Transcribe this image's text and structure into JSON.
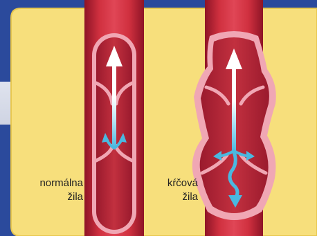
{
  "labels": {
    "normal_line1": "normálna",
    "normal_line2": "žila",
    "varicose_line1": "kŕčová",
    "varicose_line2": "žila"
  },
  "colors": {
    "background_frame": "#2b4a9c",
    "panel_fill": "#f7df7c",
    "vein_red": "#c8263a",
    "vein_dark": "#8e1426",
    "vein_inner_pink": "#f0a7b4",
    "lumen": "#b02237",
    "arrow_white": "#ffffff",
    "arrow_blue": "#5ec6e8"
  },
  "icons": {
    "normal_flow": "upward-arrow-icon",
    "varicose_flow": "reflux-arrow-icon"
  }
}
